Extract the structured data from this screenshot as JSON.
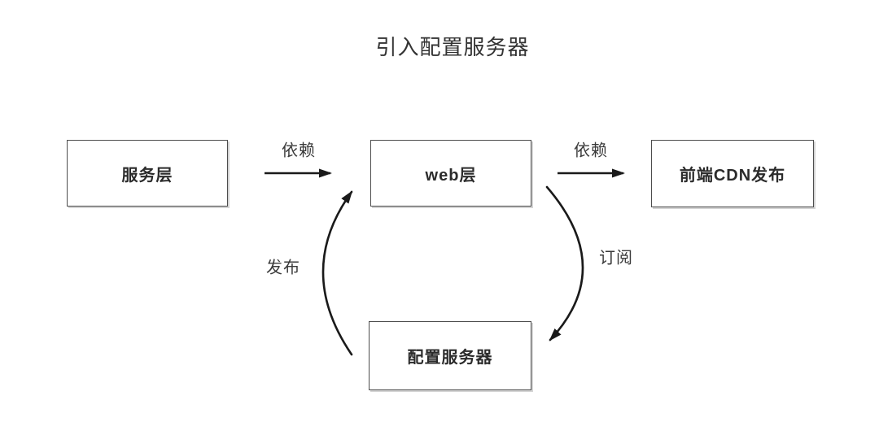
{
  "diagram": {
    "title": "引入配置服务器",
    "nodes": [
      {
        "id": "service-layer",
        "label": "服务层"
      },
      {
        "id": "web-layer",
        "label": "web层"
      },
      {
        "id": "cdn-publish",
        "label": "前端CDN发布"
      },
      {
        "id": "config-server",
        "label": "配置服务器"
      }
    ],
    "edges": [
      {
        "from": "service-layer",
        "to": "web-layer",
        "label": "依赖",
        "style": "straight"
      },
      {
        "from": "web-layer",
        "to": "cdn-publish",
        "label": "依赖",
        "style": "straight"
      },
      {
        "from": "config-server",
        "to": "web-layer",
        "label": "发布",
        "style": "curved"
      },
      {
        "from": "web-layer",
        "to": "config-server",
        "label": "订阅",
        "style": "curved"
      }
    ],
    "colors": {
      "background": "#ffffff",
      "box_border": "#4d4d4d",
      "text": "#2b2b2b",
      "arrow": "#1a1a1a"
    }
  }
}
